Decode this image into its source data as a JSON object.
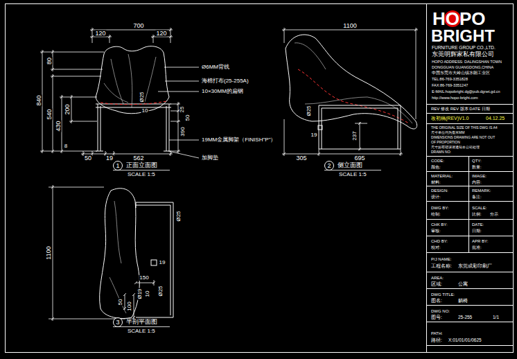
{
  "diagram": {
    "nodes": [
      {
        "text": [
          "1"
        ]
      },
      {
        "text": [
          "2"
        ]
      },
      {
        "text": [
          "3"
        ]
      }
    ],
    "labels": [
      "700",
      "120",
      "120",
      "80",
      "840",
      "540",
      "430",
      "200",
      "8",
      "50",
      "19",
      "562",
      "Ø25",
      "10",
      "25",
      "50",
      "390",
      "Ø6MM背线",
      "海棉打布(25-255A)",
      "10×30MM的扁钢",
      "19MM金属脚架（FINISH\"P\"）",
      "加脚垫",
      "正面立面图",
      "SCALE 1:5",
      "1100",
      "Ø25",
      "19",
      "237",
      "305",
      "695",
      "侧立面图",
      "SCALE 1:5",
      "1100",
      "Ø25",
      "19",
      "150",
      "Ø19",
      "10",
      "Ø25",
      "50",
      "100",
      "半剖平面图",
      "SCALE 1:5",
      "HOPO",
      "BRIGHT",
      "FURNITURE GROUP CO.,LTD.",
      "东莞明辉家私有限公司",
      "HOPO ADDRESS: DALINGSHAN TOWN",
      "DONGGUAN GUANGDONG,CHINA",
      "中国东莞市大岭山镇水朗工业区",
      "TEL:86-769-3351828",
      "FAX:86-769-3351247",
      "E-MAIL:hopobright.dg@pub.dgnet.gd.cn",
      "http://www.hopo-bright.com",
      "REV 修改 REV 版本 DATE 日期",
      "改初稿(REV)V1.0",
      "04.12.25",
      "THE ORIGINAL SIZE OF THIS DWG IS A4",
      "尺寸单位均为毫米MM",
      "DIMENSIONS DRAWING ARE NOT OUT",
      "OF PROPORTION",
      "尺寸如有错误请通知本公司处理",
      "DRAWN NO:",
      "CODE:",
      "QTY:",
      "颜色:",
      "数量:",
      "MATERIAL:",
      "IMAGE:",
      "材料:",
      "内容:",
      "DESIGN:",
      "REMARK:",
      "设计:",
      "备注:",
      "DWG BY:",
      "SCALE:",
      "绘制:",
      "比例:",
      "分示",
      "CHK BY:",
      "DATE:",
      "审核:",
      "日期:",
      "CHD BY:",
      "APR BY:",
      "校对:",
      "批准:",
      "P/J NAME:",
      "工程名称:",
      "东莞成彩印刷厂",
      "AREA:",
      "区域:",
      "公寓",
      "DWG TITLE:",
      "图名:",
      "躺椅",
      "DWG NO:",
      "图号:",
      "25-255",
      "1/1",
      "PATH:",
      "路径:",
      "X:01/01/01/0625"
    ]
  }
}
